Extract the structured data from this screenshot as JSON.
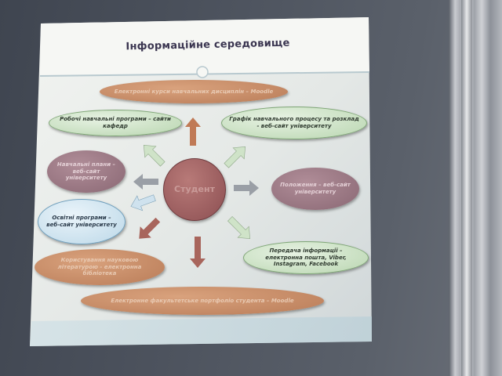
{
  "slide": {
    "title": "Інформаційне середовище"
  },
  "diagram": {
    "center": "Студент",
    "nodes": {
      "top": "Електронні курси навчальних дисциплін – Moodle",
      "work_programs": "Робочі навчальні програми – сайти кафедр",
      "schedule": "Графік навчального процесу та розклад - веб-сайт університету",
      "curricula": "Навчальні плани – веб-сайт університету",
      "regulations": "Положення – веб-сайт університету",
      "edu_programs": "Освітні програми – веб-сайт університету",
      "messaging": "Передача інформації – електронна пошта, Viber, Instagram, Facebook",
      "library": "Користування науковою літературою - електронна бібліотека",
      "bottom": "Електронне факультетське портфоліо студента – Moodle"
    }
  },
  "colors": {
    "tan": "#c08660",
    "green": "#d3e6cc",
    "mauve": "#9c7a85",
    "blue": "#d3e6f1",
    "center": "#a36466",
    "arrow_tan": "#c07a56",
    "arrow_green": "#cfe3c8",
    "arrow_blue": "#cfe2ee",
    "arrow_gray": "#9a9fa6",
    "arrow_dark": "#a8655c"
  }
}
